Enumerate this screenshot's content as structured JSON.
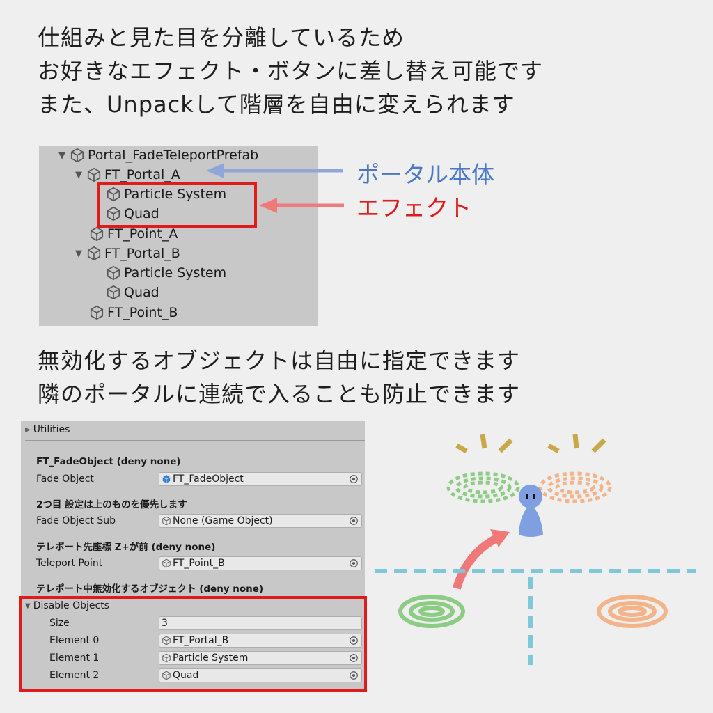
{
  "caption_top": [
    "仕組みと見た目を分離しているため",
    "お好きなエフェクト・ボタンに差し替え可能です",
    "また、Unpackして階層を自由に変えられます"
  ],
  "caption_mid": [
    "無効化するオブジェクトは自由に指定できます",
    "隣のポータルに連続で入ることも防止できます"
  ],
  "hierarchy": {
    "items": [
      {
        "label": "Portal_FadeTeleportPrefab",
        "expanded": true
      },
      {
        "label": "FT_Portal_A",
        "expanded": true
      },
      {
        "label": "Particle System"
      },
      {
        "label": "Quad"
      },
      {
        "label": "FT_Point_A"
      },
      {
        "label": "FT_Portal_B",
        "expanded": true
      },
      {
        "label": "Particle System"
      },
      {
        "label": "Quad"
      },
      {
        "label": "FT_Point_B"
      }
    ]
  },
  "annotations": {
    "portal_body": "ポータル本体",
    "effect": "エフェクト",
    "portal_color": "#4a78c8",
    "effect_color": "#e01b1b"
  },
  "inspector": {
    "foldout_utilities": "Utilities",
    "fade_header": "FT_FadeObject (deny none)",
    "fade_label": "Fade Object",
    "fade_value": "FT_FadeObject",
    "fade_sub_header": "2つ目 設定は上のものを優先します",
    "fade_sub_label": "Fade Object Sub",
    "fade_sub_value": "None (Game Object)",
    "teleport_header": "テレポート先座標 Z+が前 (deny none)",
    "teleport_label": "Teleport Point",
    "teleport_value": "FT_Point_B",
    "disable_header": "テレポート中無効化するオブジェクト (deny none)",
    "disable_label": "Disable Objects",
    "size_label": "Size",
    "size_value": "3",
    "elements": [
      {
        "label": "Element 0",
        "value": "FT_Portal_B"
      },
      {
        "label": "Element 1",
        "value": "Particle System"
      },
      {
        "label": "Element 2",
        "value": "Quad"
      }
    ]
  },
  "colors": {
    "green_portal": "#6cc66c",
    "orange_portal": "#f0a070",
    "character": "#7f9fe0",
    "floor_line": "#7ec8d8",
    "sparkle": "#c8a848",
    "jump_arrow": "#f07070"
  }
}
